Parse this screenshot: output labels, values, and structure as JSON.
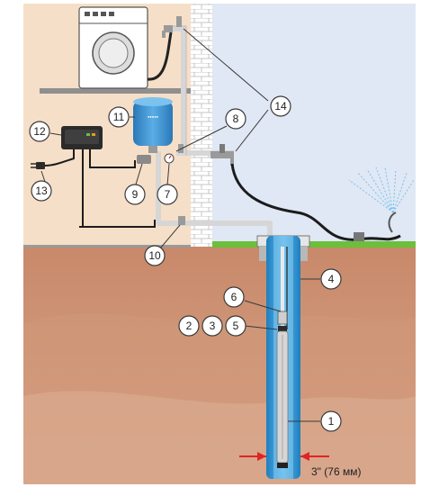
{
  "callouts": {
    "c1": "1",
    "c2": "2",
    "c3": "3",
    "c4": "4",
    "c5": "5",
    "c6": "6",
    "c7": "7",
    "c8": "8",
    "c9": "9",
    "c10": "10",
    "c11": "11",
    "c12": "12",
    "c13": "13",
    "c14": "14"
  },
  "bore_dimension": "3\" (76 мм)",
  "colors": {
    "room_wall": "#f6dfc8",
    "outdoor_wall": "#dfe8f4",
    "ground": "#c98e6a",
    "grass": "#6cbf3a",
    "casing": "#2f9ad6",
    "pipe": "#d6d6d6",
    "tank": "#3d8fcf",
    "arrow": "#e02424"
  }
}
